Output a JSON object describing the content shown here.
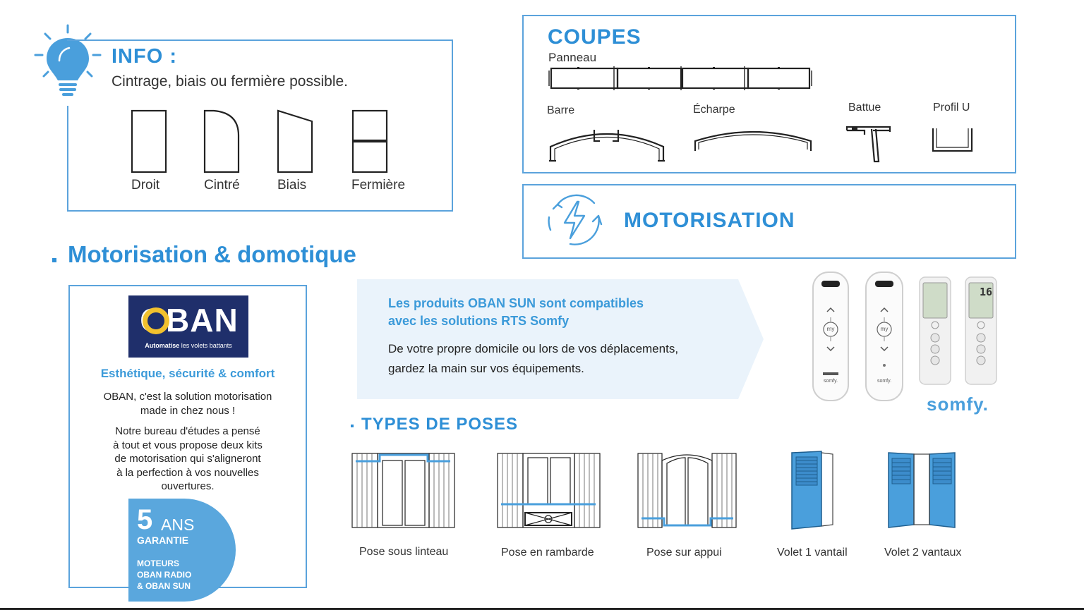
{
  "info": {
    "title": "INFO :",
    "subtitle": "Cintrage, biais ou fermière possible.",
    "shapes": [
      "Droit",
      "Cintré",
      "Biais",
      "Fermière"
    ]
  },
  "coupes": {
    "title": "COUPES",
    "panneau": "Panneau",
    "barre": "Barre",
    "echarpe": "Écharpe",
    "battue": "Battue",
    "profil": "Profil U"
  },
  "motorisation_box": {
    "title": "MOTORISATION"
  },
  "section_title": "Motorisation & domotique",
  "oban": {
    "logo": "OBAN",
    "tagline_bold": "Automatise",
    "tagline_rest": "les volets battants",
    "heading": "Esthétique, sécurité & comfort",
    "p1_line1": "OBAN, c'est la solution motorisation",
    "p1_line2": "made in chez nous !",
    "p2_lines": [
      "Notre bureau d'études a pensé",
      "à tout et vous propose deux kits",
      "de motorisation qui s'aligneront",
      "à la perfection à vos nouvelles",
      "ouvertures."
    ],
    "warranty_num": "5",
    "warranty_ans": "ANS",
    "warranty_garantie": "GARANTIE",
    "warranty_lines": [
      "MOTEURS",
      "OBAN RADIO",
      "& OBAN SUN"
    ]
  },
  "banner": {
    "line1": "Les produits OBAN SUN sont compatibles",
    "line2": "avec les solutions RTS Somfy",
    "body1": "De votre propre domicile ou lors de vos déplacements,",
    "body2": "gardez la main sur vos équipements."
  },
  "remotes": {
    "brand": "somfy.",
    "my_label": "my",
    "screen_value": "16"
  },
  "poses": {
    "title": "TYPES DE POSES",
    "items": [
      "Pose sous linteau",
      "Pose en rambarde",
      "Pose sur appui",
      "Volet 1 vantail",
      "Volet 2 vantaux"
    ]
  },
  "colors": {
    "accent": "#2e8fd6",
    "border": "#5ba3dc",
    "navy": "#1f2f6b",
    "light_blue_bg": "#eaf3fb"
  }
}
